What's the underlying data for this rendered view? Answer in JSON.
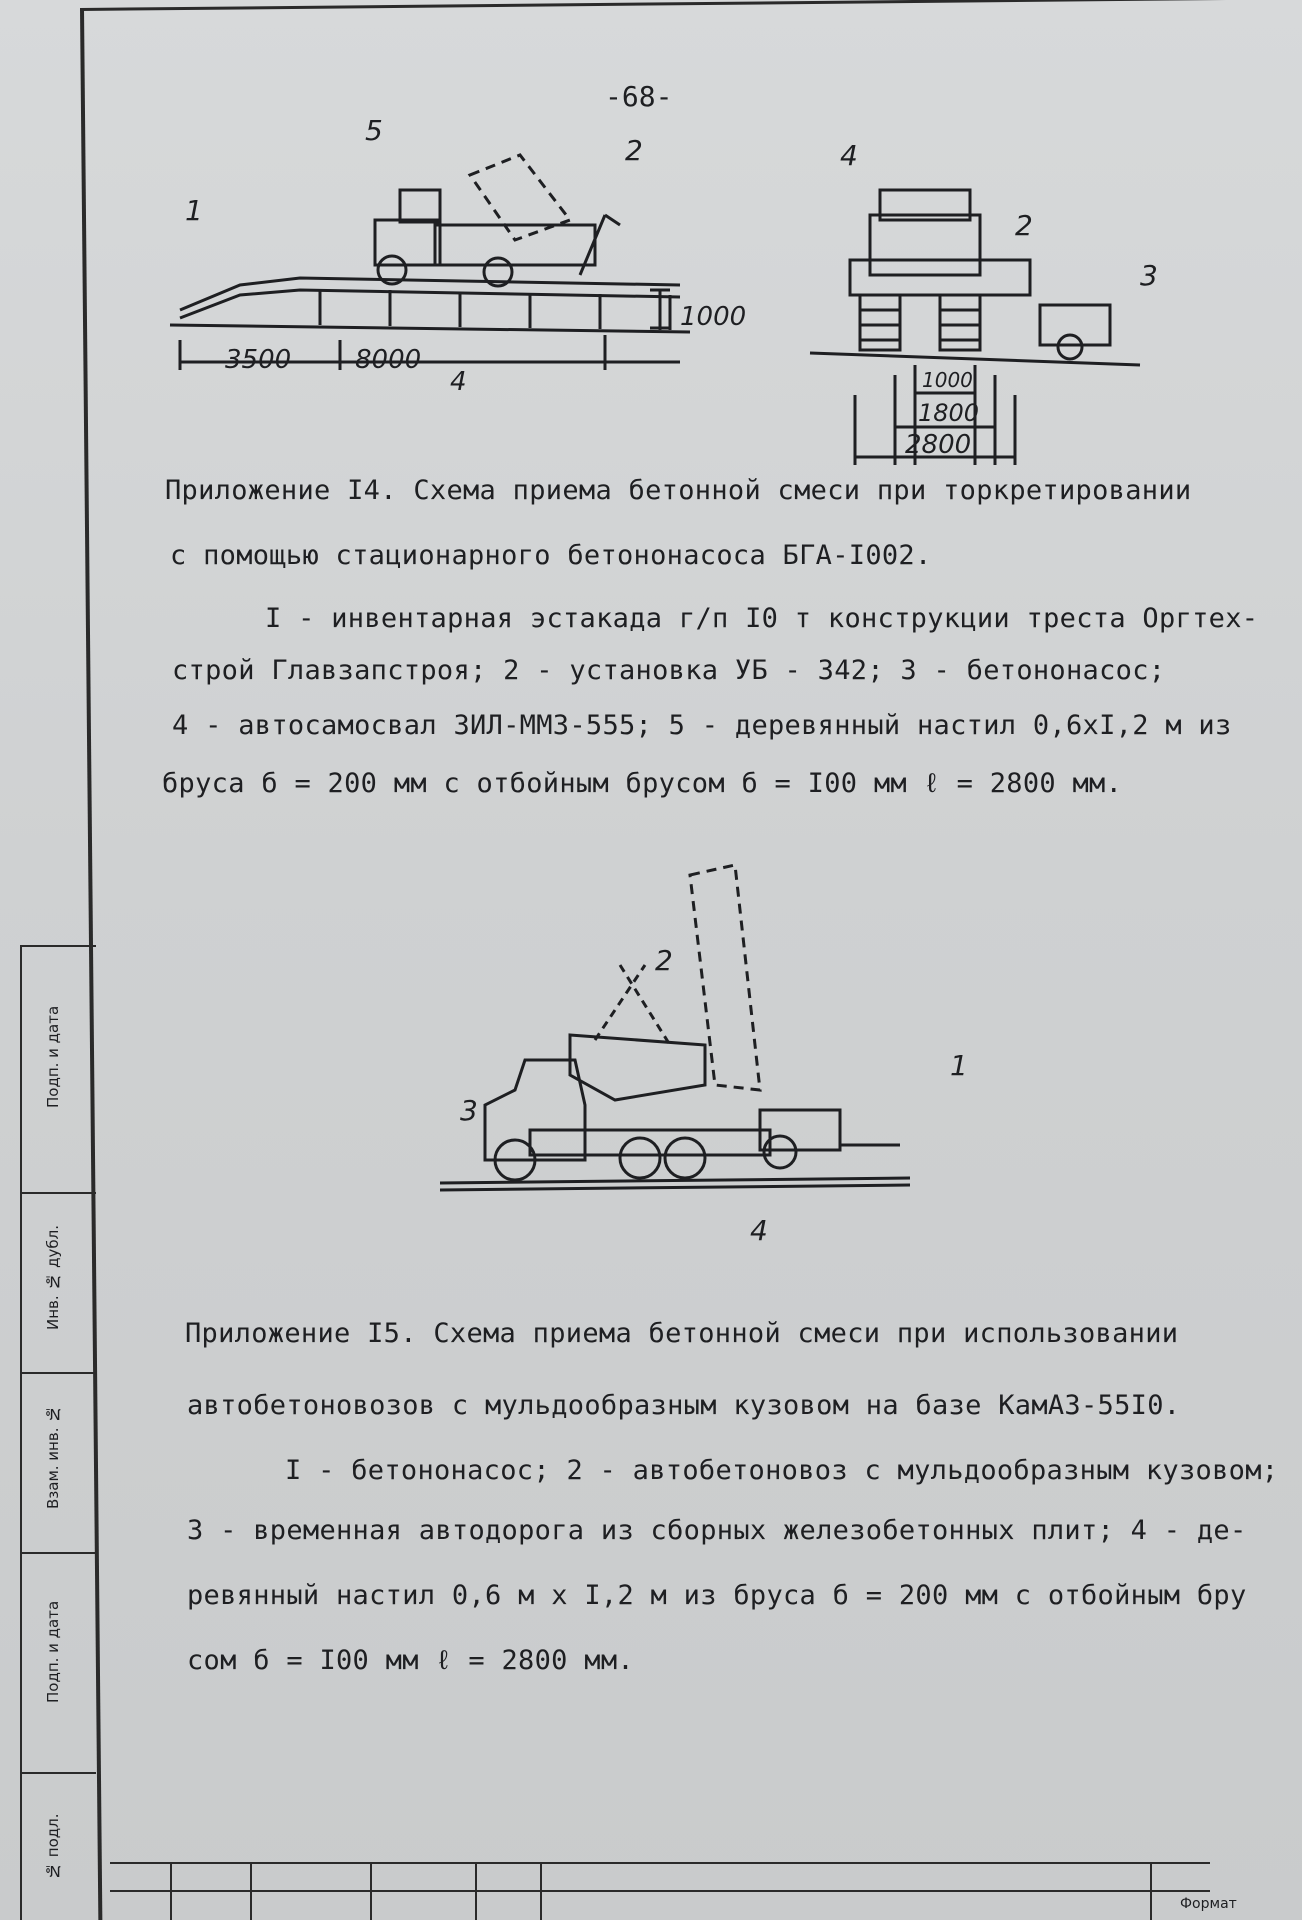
{
  "page_number": "-68-",
  "figure14": {
    "callouts": [
      "1",
      "2",
      "4",
      "5"
    ],
    "dims": [
      "3500",
      "8000",
      "1000"
    ],
    "side_callouts": [
      "2",
      "3",
      "4"
    ],
    "side_dims": [
      "1000",
      "1800",
      "2800"
    ]
  },
  "appendix14": {
    "lines": [
      "Приложение I4. Схема приема бетонной смеси при торкретировании",
      "с помощью стационарного бетононасоса БГА-I002.",
      "I - инвентарная эстакада г/п I0 т конструкции треста Оргтех-",
      "строй Главзапстроя; 2 - установка УБ - 342; 3 - бетононасос;",
      "4 - автосамосвал ЗИЛ-ММЗ-555; 5 - деревянный настил 0,6xI,2 м из",
      "бруса б = 200 мм с отбойным брусом б = I00 мм  ℓ = 2800 мм."
    ]
  },
  "figure15": {
    "callouts": [
      "1",
      "2",
      "3",
      "4"
    ]
  },
  "appendix15": {
    "lines": [
      "Приложение I5. Схема приема бетонной смеси при использовании",
      "автобетоновозов с мульдообразным кузовом на базе КамАЗ-55I0.",
      "I - бетононасос; 2 - автобетоновоз с мульдообразным кузовом;",
      "3 - временная автодорога из сборных железобетонных плит; 4 - де-",
      "ревянный настил 0,6 м x I,2 м из бруса  б  = 200 мм с отбойным бру",
      "сом  б  = I00 мм  ℓ  = 2800 мм."
    ]
  },
  "side_stamp": [
    "Подп. и дата",
    "Инв. № дубл.",
    "Взам. инв. №",
    "Подп. и дата",
    "№ подл."
  ],
  "format_label": "Формат"
}
